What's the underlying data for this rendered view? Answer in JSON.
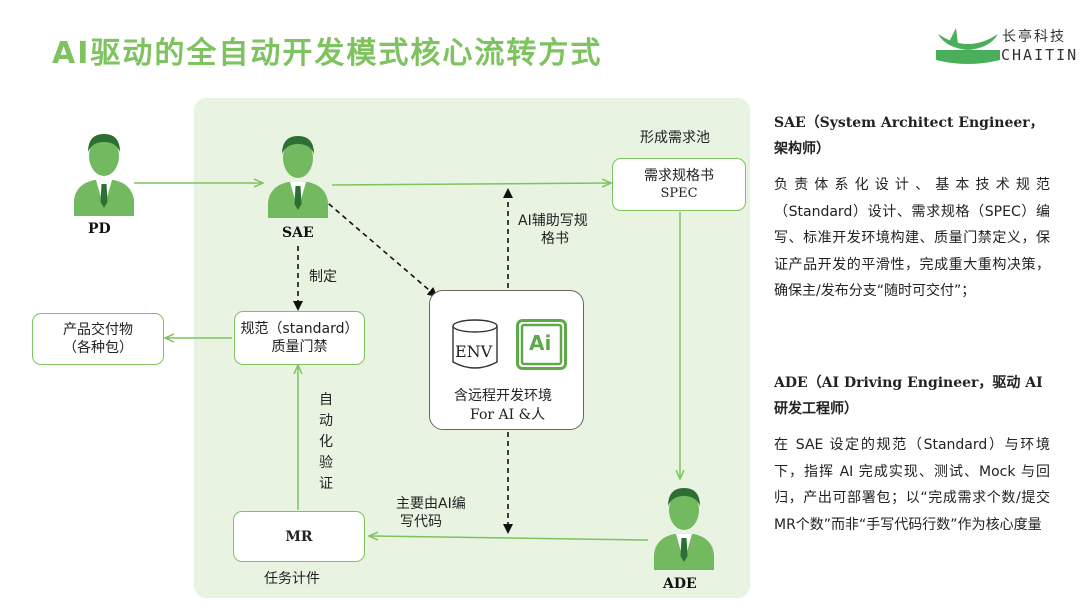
{
  "slide": {
    "title": "AI驱动的全自动开发模式核心流转方式"
  },
  "logo": {
    "name_zh": "长亭科技",
    "name_en": "CHAITIN",
    "icon": "chaitin-logo-icon",
    "color": "#4aae5a"
  },
  "colors": {
    "accent": "#7ec35f",
    "panel_bg": "#e8f3e2"
  },
  "diagram": {
    "roles": {
      "pd": "PD",
      "sae": "SAE",
      "ade": "ADE"
    },
    "nodes": {
      "spec_pool_label": "形成需求池",
      "spec_line1": "需求规格书",
      "spec_line2": "SPEC",
      "standard_line1": "规范（standard）",
      "standard_line2": "质量门禁",
      "product_line1": "产品交付物",
      "product_line2": "（各种包）",
      "env_label": "ENV",
      "ai_label": "Ai",
      "env_line1": "含远程开发环境",
      "env_line2": "For AI &人",
      "mr_label": "MR",
      "task_label": "任务计件"
    },
    "edge_labels": {
      "define": "制定",
      "ai_assist_line1": "AI辅助写规",
      "ai_assist_line2": "格书",
      "auto_verify": [
        "自",
        "动",
        "化",
        "验",
        "证"
      ],
      "ai_code_line1": "主要由AI编",
      "ai_code_line2": "写代码"
    }
  },
  "sidebar": {
    "sae_heading": "SAE（System Architect Engineer，架构师）",
    "sae_body": "负责体系化设计、基本技术规范（Standard）设计、需求规格（SPEC）编写、标准开发环境构建、质量门禁定义，保证产品开发的平滑性，完成重大重构决策，确保主/发布分支“随时可交付”；",
    "ade_heading": "ADE（AI Driving Engineer，驱动 AI 研发工程师）",
    "ade_body": "在 SAE 设定的规范（Standard）与环境下，指挥 AI 完成实现、测试、Mock 与回归，产出可部署包；以“完成需求个数/提交MR个数”而非“手写代码行数”作为核心度量"
  }
}
